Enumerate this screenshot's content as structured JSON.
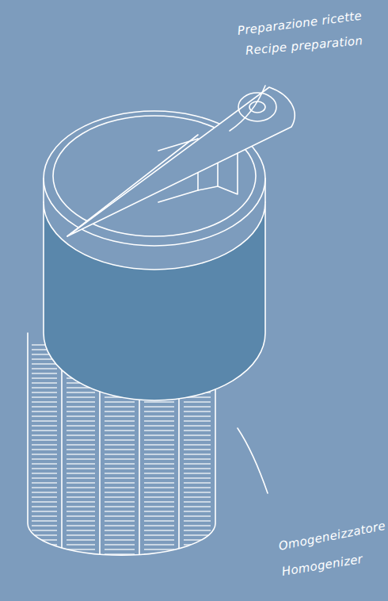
{
  "diagram": {
    "labels": [
      "Preparazione ricette",
      "Recipe preparation",
      "Omogeneizzatore",
      "Homogenizer"
    ]
  }
}
